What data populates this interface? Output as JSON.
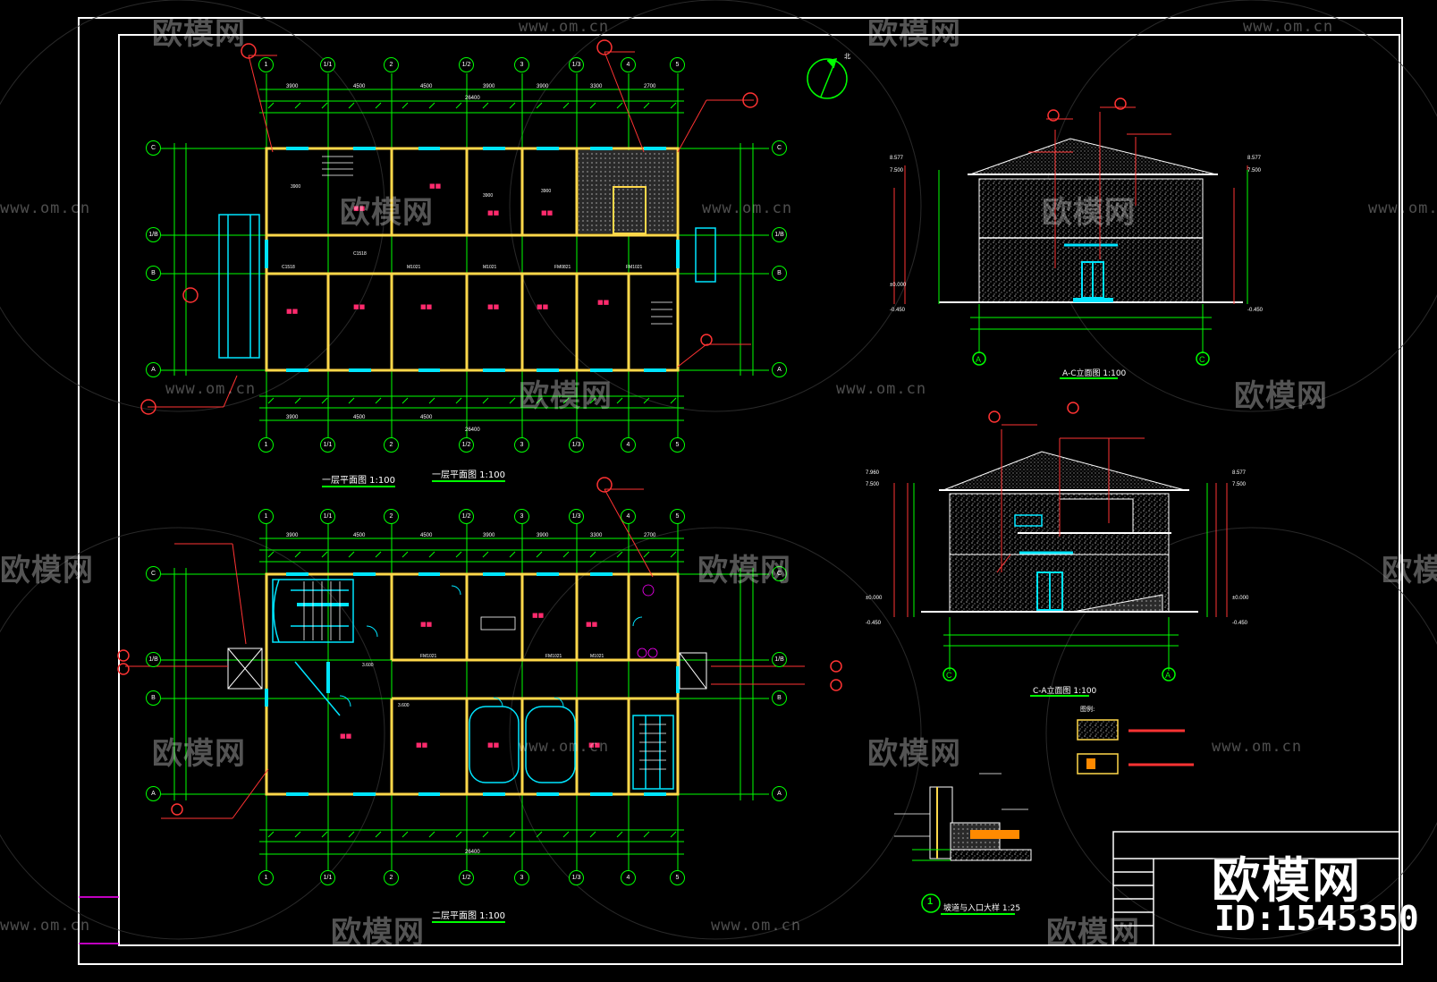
{
  "colors": {
    "background": "#000000",
    "frame": "#ffffff",
    "axis": "#00ff00",
    "dimension": "#00ff00",
    "wall": "#ffd84a",
    "window": "#00e5ff",
    "annotation": "#ff3333",
    "room_label": "#ff2a6d",
    "text": "#ffffff"
  },
  "watermark": {
    "brand": "欧模网",
    "url": "www.om.cn",
    "id": "ID:1545350"
  },
  "plans": {
    "first_floor": {
      "title": "一层平面图 1:100",
      "axes_x": [
        "1",
        "1/1",
        "2",
        "1/2",
        "3",
        "1/3",
        "4",
        "5"
      ],
      "axes_y": [
        "C",
        "1/B",
        "B",
        "A"
      ]
    },
    "second_floor": {
      "title": "二层平面图 1:100",
      "axes_x": [
        "1",
        "1/1",
        "2",
        "1/2",
        "3",
        "1/3",
        "4",
        "5"
      ],
      "axes_y": [
        "C",
        "1/B",
        "B",
        "A"
      ]
    }
  },
  "elevations": {
    "upper": {
      "title": "A-C立面图 1:100",
      "axis_left": "A",
      "axis_right": "C"
    },
    "lower": {
      "title": "C-A立面图 1:100",
      "axis_left": "C",
      "axis_right": "A"
    }
  },
  "detail": {
    "number": "1",
    "title": "坡道与入口大样 1:25"
  },
  "compass_label": "北"
}
